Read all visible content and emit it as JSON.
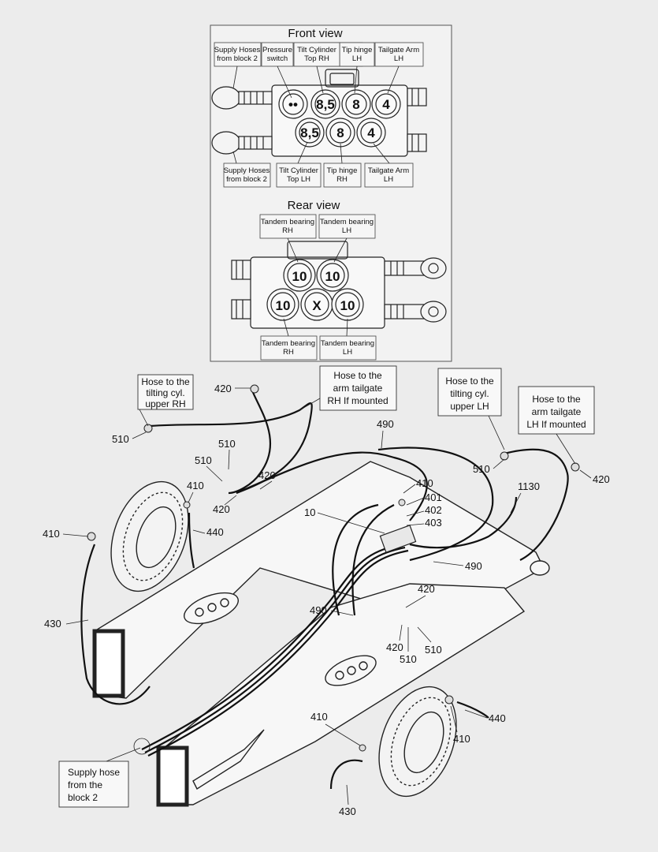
{
  "front_view": {
    "title": "Front view",
    "top_labels": [
      [
        "Supply Hoses",
        "from block 2"
      ],
      [
        "Pressure",
        "switch"
      ],
      [
        "Tilt Cylinder",
        "Top RH"
      ],
      [
        "Tip hinge",
        "LH"
      ],
      [
        "Tailgate Arm",
        "LH"
      ]
    ],
    "bottom_labels": [
      [
        "Supply Hoses",
        "from block 2"
      ],
      [
        "Tilt Cylinder",
        "Top LH"
      ],
      [
        "Tip hinge",
        "RH"
      ],
      [
        "Tailgate Arm",
        "LH"
      ]
    ],
    "top_ports": [
      "••",
      "8,5",
      "8",
      "4"
    ],
    "bottom_ports": [
      "8,5",
      "8",
      "4"
    ]
  },
  "rear_view": {
    "title": "Rear view",
    "top_labels": [
      [
        "Tandem bearing",
        "RH"
      ],
      [
        "Tandem bearing",
        "LH"
      ]
    ],
    "bottom_labels": [
      [
        "Tandem bearing",
        "RH"
      ],
      [
        "Tandem bearing",
        "LH"
      ]
    ],
    "top_ports": [
      "10",
      "10"
    ],
    "bottom_ports": [
      "10",
      "X",
      "10"
    ]
  },
  "callouts": {
    "hose_tilt_rh": [
      "Hose to the",
      "tilting cyl.",
      "upper  RH"
    ],
    "hose_arm_rh": [
      "Hose to the",
      "arm tailgate",
      "RH If mounted"
    ],
    "hose_tilt_lh": [
      "Hose to the",
      "tilting cyl.",
      "upper  LH"
    ],
    "hose_arm_lh": [
      "Hose to the",
      "arm tailgate",
      "LH If mounted"
    ],
    "supply_hose": [
      "Supply hose",
      "from the",
      "block 2"
    ]
  },
  "part_numbers": [
    "420",
    "510",
    "510",
    "510",
    "420",
    "420",
    "410",
    "410",
    "440",
    "430",
    "490",
    "410",
    "401",
    "402",
    "403",
    "10",
    "1130",
    "510",
    "420",
    "490",
    "420",
    "490",
    "420",
    "510",
    "510",
    "410",
    "410",
    "440",
    "430"
  ]
}
